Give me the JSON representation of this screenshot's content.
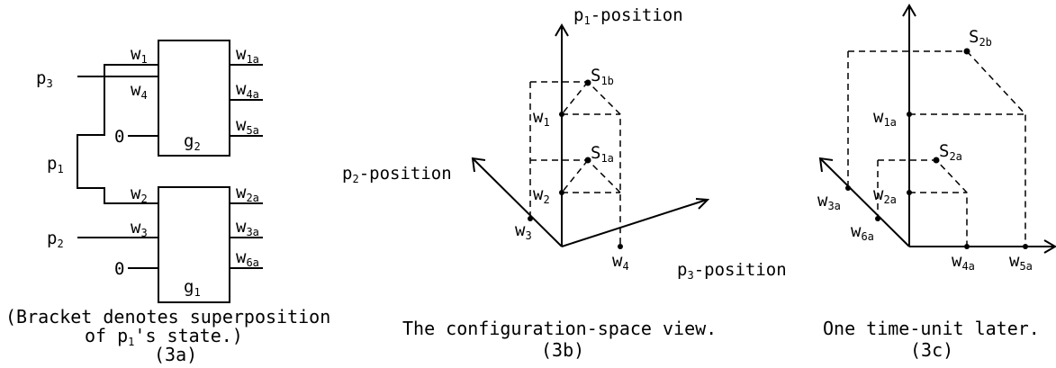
{
  "fig3a": {
    "gate_top": {
      "name": "g",
      "sub": "2"
    },
    "gate_bottom": {
      "name": "g",
      "sub": "1"
    },
    "inputs": {
      "p3": {
        "name": "p",
        "sub": "3"
      },
      "p1": {
        "name": "p",
        "sub": "1"
      },
      "p2": {
        "name": "p",
        "sub": "2"
      },
      "zero_top": "0",
      "zero_bottom": "0"
    },
    "wires_in": [
      {
        "name": "w",
        "sub": "1"
      },
      {
        "name": "w",
        "sub": "4"
      },
      {
        "name": "w",
        "sub": "2"
      },
      {
        "name": "w",
        "sub": "3"
      }
    ],
    "wires_out": [
      {
        "name": "w",
        "sub": "1a"
      },
      {
        "name": "w",
        "sub": "4a"
      },
      {
        "name": "w",
        "sub": "5a"
      },
      {
        "name": "w",
        "sub": "2a"
      },
      {
        "name": "w",
        "sub": "3a"
      },
      {
        "name": "w",
        "sub": "6a"
      }
    ],
    "caption_line1": "(Bracket denotes superposition",
    "caption_line2_pre": "of p",
    "caption_line2_sub": "1",
    "caption_line2_post": "'s state.)",
    "caption_id": "(3a)"
  },
  "fig3b": {
    "axis_vertical": {
      "pre": "p",
      "sub": "1",
      "post": "-position"
    },
    "axis_diagonal": {
      "pre": "p",
      "sub": "2",
      "post": "-position"
    },
    "axis_horizontal": {
      "pre": "p",
      "sub": "3",
      "post": "-position"
    },
    "points": {
      "s1b": {
        "name": "S",
        "sub": "1b"
      },
      "s1a": {
        "name": "S",
        "sub": "1a"
      },
      "w1": {
        "name": "w",
        "sub": "1"
      },
      "w2": {
        "name": "w",
        "sub": "2"
      },
      "w3": {
        "name": "w",
        "sub": "3"
      },
      "w4": {
        "name": "w",
        "sub": "4"
      }
    },
    "caption": "The configuration-space view.",
    "caption_id": "(3b)"
  },
  "fig3c": {
    "points": {
      "s2b": {
        "name": "S",
        "sub": "2b"
      },
      "s2a": {
        "name": "S",
        "sub": "2a"
      },
      "w1a": {
        "name": "w",
        "sub": "1a"
      },
      "w2a": {
        "name": "w",
        "sub": "2a"
      },
      "w3a": {
        "name": "w",
        "sub": "3a"
      },
      "w6a": {
        "name": "w",
        "sub": "6a"
      },
      "w4a": {
        "name": "w",
        "sub": "4a"
      },
      "w5a": {
        "name": "w",
        "sub": "5a"
      }
    },
    "caption": "One time-unit later.",
    "caption_id": "(3c)"
  }
}
